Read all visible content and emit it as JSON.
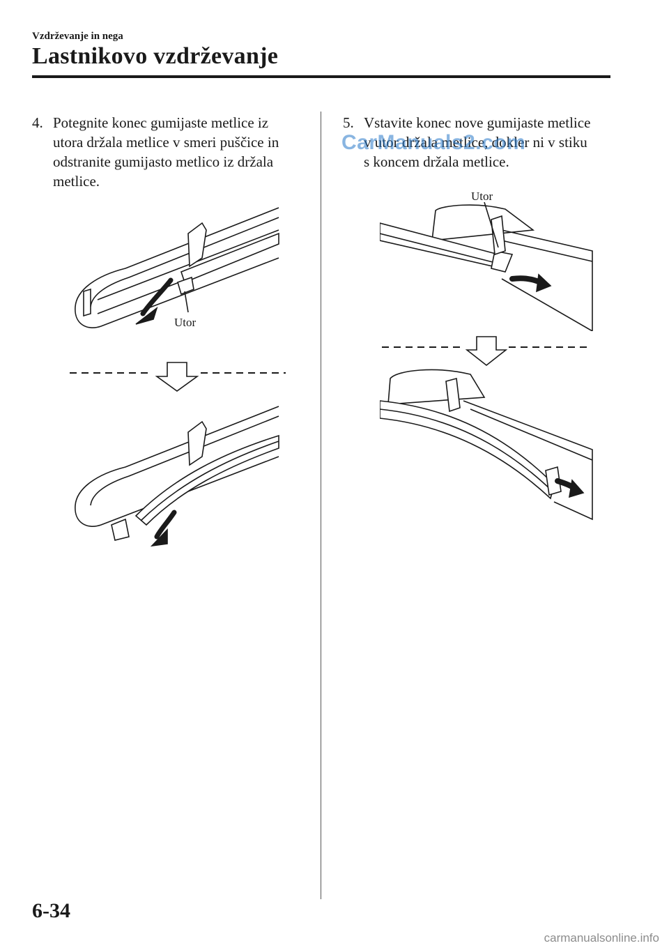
{
  "header": {
    "section": "Vzdrževanje in nega",
    "title": "Lastnikovo vzdrževanje"
  },
  "steps": [
    {
      "number": "4.",
      "text": "Potegnite konec gumijaste metlice iz\nutora držala metlice v smeri puščice in\nodstranite gumijasto metlico iz držala\nmetlice."
    },
    {
      "number": "5.",
      "text": "Vstavite konec nove gumijaste metlice\nv utor držala metlice, dokler ni v stiku\ns koncem držala metlice."
    }
  ],
  "figure_labels": {
    "step4_slot": "Utor",
    "step5_slot": "Utor"
  },
  "watermark": "CarManuals2.com",
  "page_number": "6-34",
  "footer_site": "carmanualsonline.info"
}
